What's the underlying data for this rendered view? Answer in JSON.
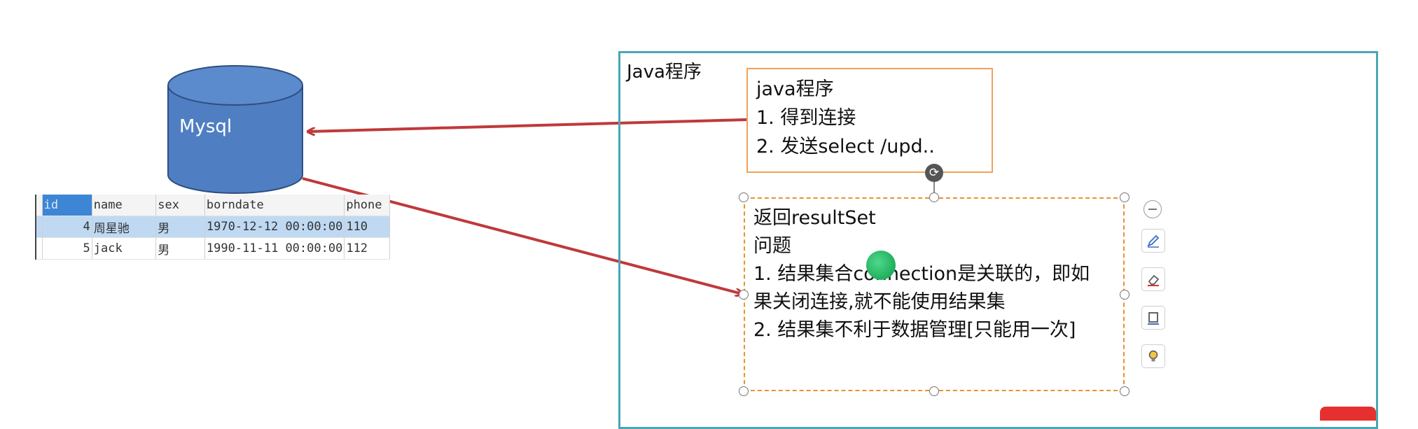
{
  "database": {
    "label": "Mysql",
    "color": "#4f7fc2"
  },
  "table": {
    "columns": [
      "id",
      "name",
      "sex",
      "borndate",
      "phone"
    ],
    "rows": [
      [
        "4",
        "周星驰",
        "男",
        "1970-12-12 00:00:00",
        "110"
      ],
      [
        "5",
        "jack",
        "男",
        "1990-11-11 00:00:00",
        "112"
      ]
    ]
  },
  "java_frame": {
    "title": "Java程序"
  },
  "program_box": {
    "lines": [
      "java程序",
      "1. 得到连接",
      "2. 发送select /upd.."
    ]
  },
  "result_box": {
    "lines": [
      "返回resultSet",
      "问题",
      "1. 结果集合connection是关联的，即如",
      "果关闭连接,就不能使用结果集",
      "2. 结果集不利于数据管理[只能用一次]"
    ]
  },
  "toolbar": {
    "items": [
      "minus-icon",
      "pen-icon",
      "eraser-icon",
      "frame-icon",
      "lightbulb-icon"
    ]
  },
  "colors": {
    "arrow": "#c0393b",
    "frame": "#4aa7b6",
    "program_border": "#f0a35a",
    "result_border": "#e8922e"
  }
}
